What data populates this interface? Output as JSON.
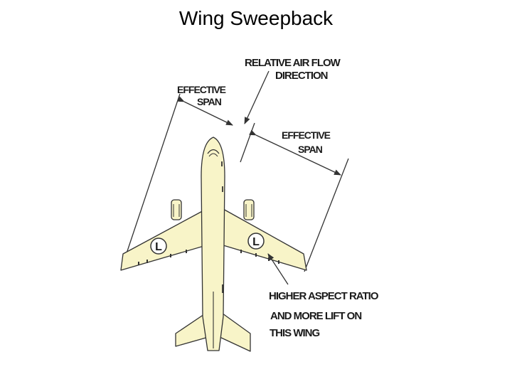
{
  "title": "Wing Sweepback",
  "diagram": {
    "relative_airflow": [
      "RELATIVE AIR FLOW",
      "DIRECTION"
    ],
    "effective_span_left": [
      "EFFECTIVE",
      "SPAN"
    ],
    "effective_span_right": [
      "EFFECTIVE",
      "SPAN"
    ],
    "higher_aspect_ratio": [
      "HIGHER ASPECT RATIO",
      "AND MORE LIFT ON",
      "THIS WING"
    ],
    "lift_left": "L",
    "lift_right": "L"
  },
  "colors": {
    "aircraft_fill": "#f8f4c8",
    "outline": "#333333"
  }
}
